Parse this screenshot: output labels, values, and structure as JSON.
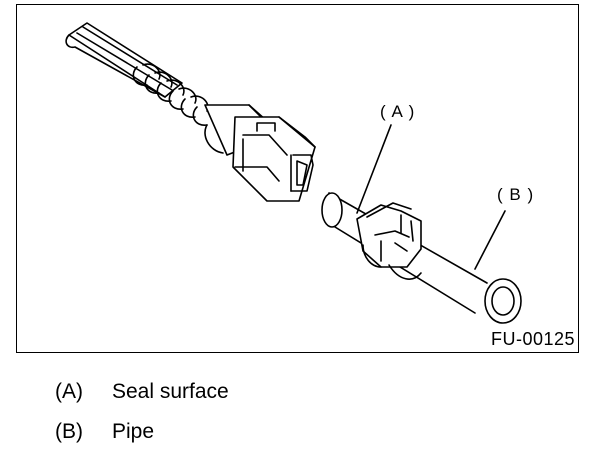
{
  "figure": {
    "id": "FU-00125",
    "callouts": [
      {
        "key": "A",
        "text": "( A )"
      },
      {
        "key": "B",
        "text": "( B )"
      }
    ]
  },
  "legend": [
    {
      "key": "(A)",
      "label": "Seal surface"
    },
    {
      "key": "(B)",
      "label": "Pipe"
    }
  ]
}
